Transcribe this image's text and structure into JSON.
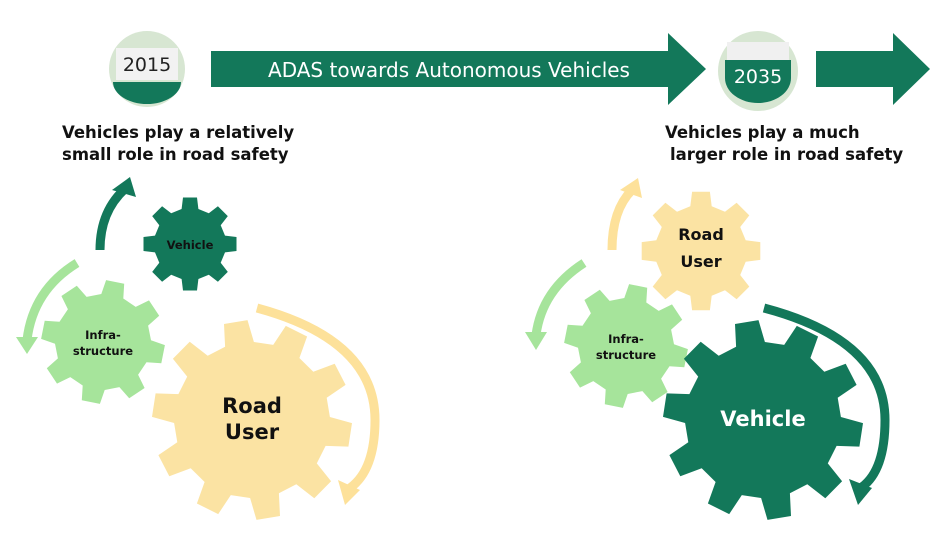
{
  "timeline": {
    "arrow_label": "ADAS towards Autonomous Vehicles",
    "start_year": "2015",
    "end_year": "2035"
  },
  "left_scene": {
    "caption_line1": "Vehicles play a relatively",
    "caption_line2": "small role in road safety",
    "gear_vehicle": "Vehicle",
    "gear_infra_line1": "Infra-",
    "gear_infra_line2": "structure",
    "gear_road_line1": "Road",
    "gear_road_line2": "User"
  },
  "right_scene": {
    "caption_line1": "Vehicles play a much",
    "caption_line2": "larger role in road safety",
    "gear_road_line1": "Road",
    "gear_road_line2": "User",
    "gear_infra_line1": "Infra-",
    "gear_infra_line2": "structure",
    "gear_vehicle": "Vehicle"
  },
  "colors": {
    "dark_green": "#13785a",
    "light_green": "#a6e49b",
    "pale_yellow": "#fbe3a3",
    "light_yellow": "#fde19a",
    "circle_bg": "#d7e6d2"
  }
}
